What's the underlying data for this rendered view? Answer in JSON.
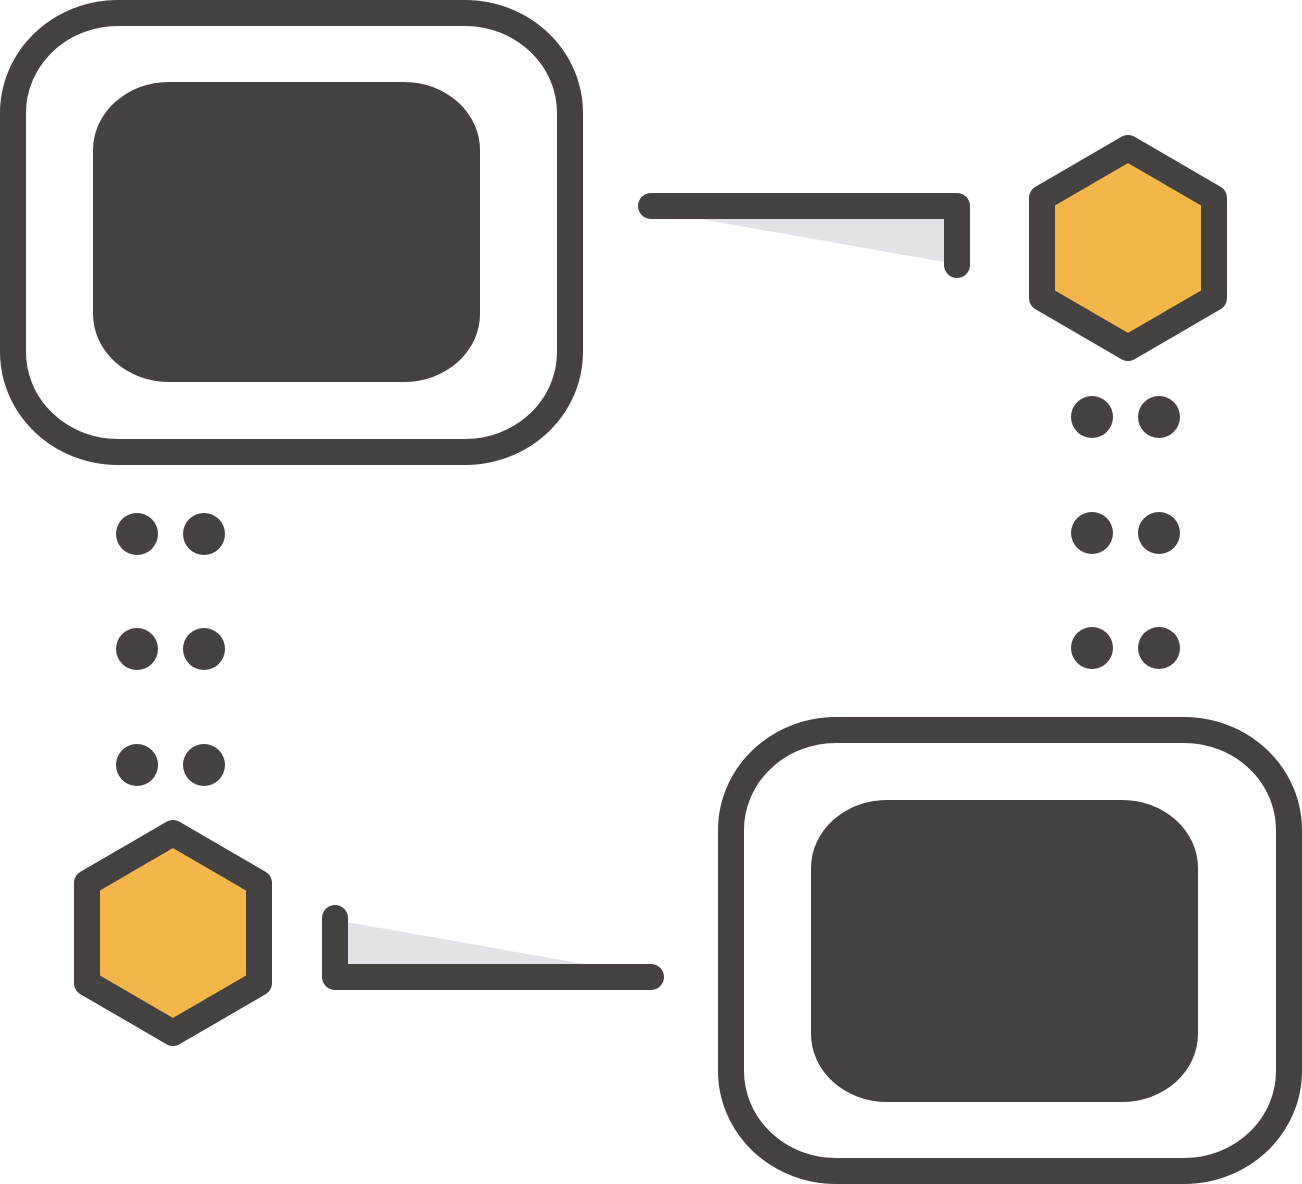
{
  "illustration": {
    "icon": "network-connection-icon",
    "colors": {
      "stroke": "#454140",
      "node_fill": "#F2B64B",
      "shadow": "#E4E2E7",
      "background": "#FFFFFF"
    },
    "elements": [
      "device-screen-top-left",
      "hexagon-node-top-right",
      "device-screen-bottom-right",
      "hexagon-node-bottom-left"
    ]
  }
}
